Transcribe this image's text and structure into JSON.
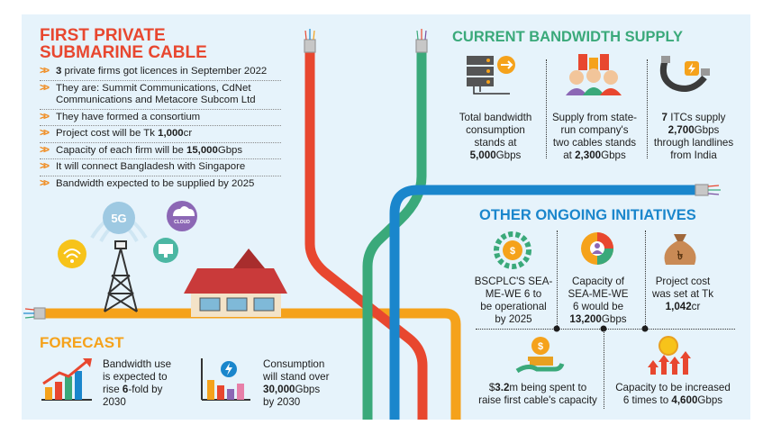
{
  "left": {
    "title_line1": "FIRST PRIVATE",
    "title_line2": "SUBMARINE CABLE",
    "facts": [
      {
        "bold": "3",
        "text": " private firms got licences in September 2022"
      },
      {
        "bold": "",
        "text": "They are: Summit Communications, CdNet Communications and Metacore Subcom Ltd"
      },
      {
        "bold": "",
        "text": "They have formed a consortium"
      },
      {
        "text": "Project cost will be Tk ",
        "bold_after": "1,000",
        "suffix": "cr"
      },
      {
        "text": "Capacity of each firm will be ",
        "bold_after": "15,000",
        "suffix": "Gbps"
      },
      {
        "bold": "",
        "text": "It will connect Bangladesh with Singapore"
      },
      {
        "bold": "",
        "text": "Bandwidth expected to be supplied by 2025"
      }
    ],
    "icon_5g_label": "5G",
    "icon_cloud_label": "CLOUD"
  },
  "forecast": {
    "title": "FORECAST",
    "item1": {
      "line1": "Bandwidth use",
      "line2": "is expected to",
      "line3_pre": "rise ",
      "line3_bold": "6",
      "line3_post": "-fold by",
      "line4": "2030"
    },
    "item2": {
      "line1": "Consumption",
      "line2": "will stand over",
      "line3_bold": "30,000",
      "line3_post": "Gbps",
      "line4": "by 2030"
    }
  },
  "bandwidth": {
    "title": "CURRENT BANDWIDTH SUPPLY",
    "items": [
      {
        "l1": "Total bandwidth",
        "l2": "consumption",
        "l3": "stands at",
        "l4_bold": "5,000",
        "l4_post": "Gbps"
      },
      {
        "l1": "Supply from state-",
        "l2": "run company's",
        "l3": "two cables stands",
        "l4_pre": "at ",
        "l4_bold": "2,300",
        "l4_post": "Gbps"
      },
      {
        "l1_bold": "7",
        "l1_post": " ITCs supply",
        "l2_bold": "2,700",
        "l2_post": "Gbps",
        "l3": "through landlines",
        "l4": "from India"
      }
    ]
  },
  "initiatives": {
    "title": "OTHER ONGOING INITIATIVES",
    "items": [
      {
        "l1": "BSCPLC'S SEA-",
        "l2": "ME-WE 6 to",
        "l3": "be operational",
        "l4": "by 2025"
      },
      {
        "l1": "Capacity of",
        "l2": "SEA-ME-WE",
        "l3": "6 would be",
        "l4_bold": "13,200",
        "l4_post": "Gbps"
      },
      {
        "l1": "Project cost",
        "l2": "was set at Tk",
        "l3_bold": "1,042",
        "l3_post": "cr"
      },
      {
        "l1_pre": "$",
        "l1_bold": "3.2",
        "l1_post": "m being spent to",
        "l2": "raise first cable's capacity"
      },
      {
        "l1": "Capacity to be increased",
        "l2_pre": "6 times to ",
        "l2_bold": "4,600",
        "l2_post": "Gbps"
      }
    ]
  },
  "colors": {
    "red": "#e8472f",
    "green": "#3aa97a",
    "blue": "#1a86cc",
    "orange": "#f5a21b",
    "panel": "#e6f3fb"
  }
}
